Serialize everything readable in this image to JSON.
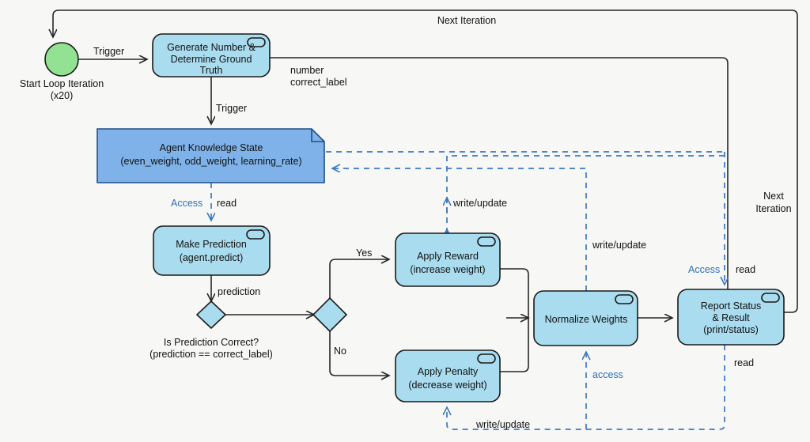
{
  "diagram": {
    "title": "Agent Learning Loop Activity Diagram",
    "background_color": "#f7f7f5",
    "palette": {
      "activity_fill": "#aadcef",
      "note_fill": "#7fb2e8",
      "start_fill": "#93e193",
      "decision_fill": "#aadcef",
      "solid_edge": "#262626",
      "dashed_edge": "#3b78c3",
      "text": "#111111",
      "blue_text": "#2f6fb8"
    }
  },
  "nodes": {
    "start": {
      "kind": "initial-node",
      "label_line1": "Start Loop Iteration",
      "label_line2": "(x20)"
    },
    "generate": {
      "kind": "activity",
      "line1": "Generate Number &",
      "line2": "Determine Ground",
      "line3": "Truth"
    },
    "knowledge_state": {
      "kind": "note",
      "line1": "Agent Knowledge State",
      "line2": "(even_weight, odd_weight, learning_rate)"
    },
    "make_prediction": {
      "kind": "activity",
      "line1": "Make Prediction",
      "line2": "(agent.predict)"
    },
    "decision_small": {
      "kind": "decision",
      "caption_line1": "Is Prediction Correct?",
      "caption_line2": "(prediction == correct_label)"
    },
    "decision_branch": {
      "kind": "decision",
      "caption": ""
    },
    "apply_reward": {
      "kind": "activity",
      "line1": "Apply Reward",
      "line2": "(increase weight)"
    },
    "apply_penalty": {
      "kind": "activity",
      "line1": "Apply Penalty",
      "line2": "(decrease weight)"
    },
    "normalize_weights": {
      "kind": "activity",
      "line1": "Normalize Weights"
    },
    "report_status": {
      "kind": "activity",
      "line1": "Report Status",
      "line2": "& Result",
      "line3": "(print/status)"
    }
  },
  "edges": {
    "start_to_generate": "Trigger",
    "generate_to_note": "Trigger",
    "generate_outputs_line1": "number",
    "generate_outputs_line2": "correct_label",
    "note_access": "Access",
    "note_read": "read",
    "prediction": "prediction",
    "yes": "Yes",
    "no": "No",
    "top_loop": "Next Iteration",
    "right_loop_line1": "Next",
    "right_loop_line2": "Iteration",
    "write_update_reward": "write/update",
    "write_update_normalize": "write/update",
    "write_update_penalty": "write/update",
    "normalize_access": "access",
    "report_access": "Access",
    "report_read_top": "read",
    "report_read_bottom": "read"
  }
}
